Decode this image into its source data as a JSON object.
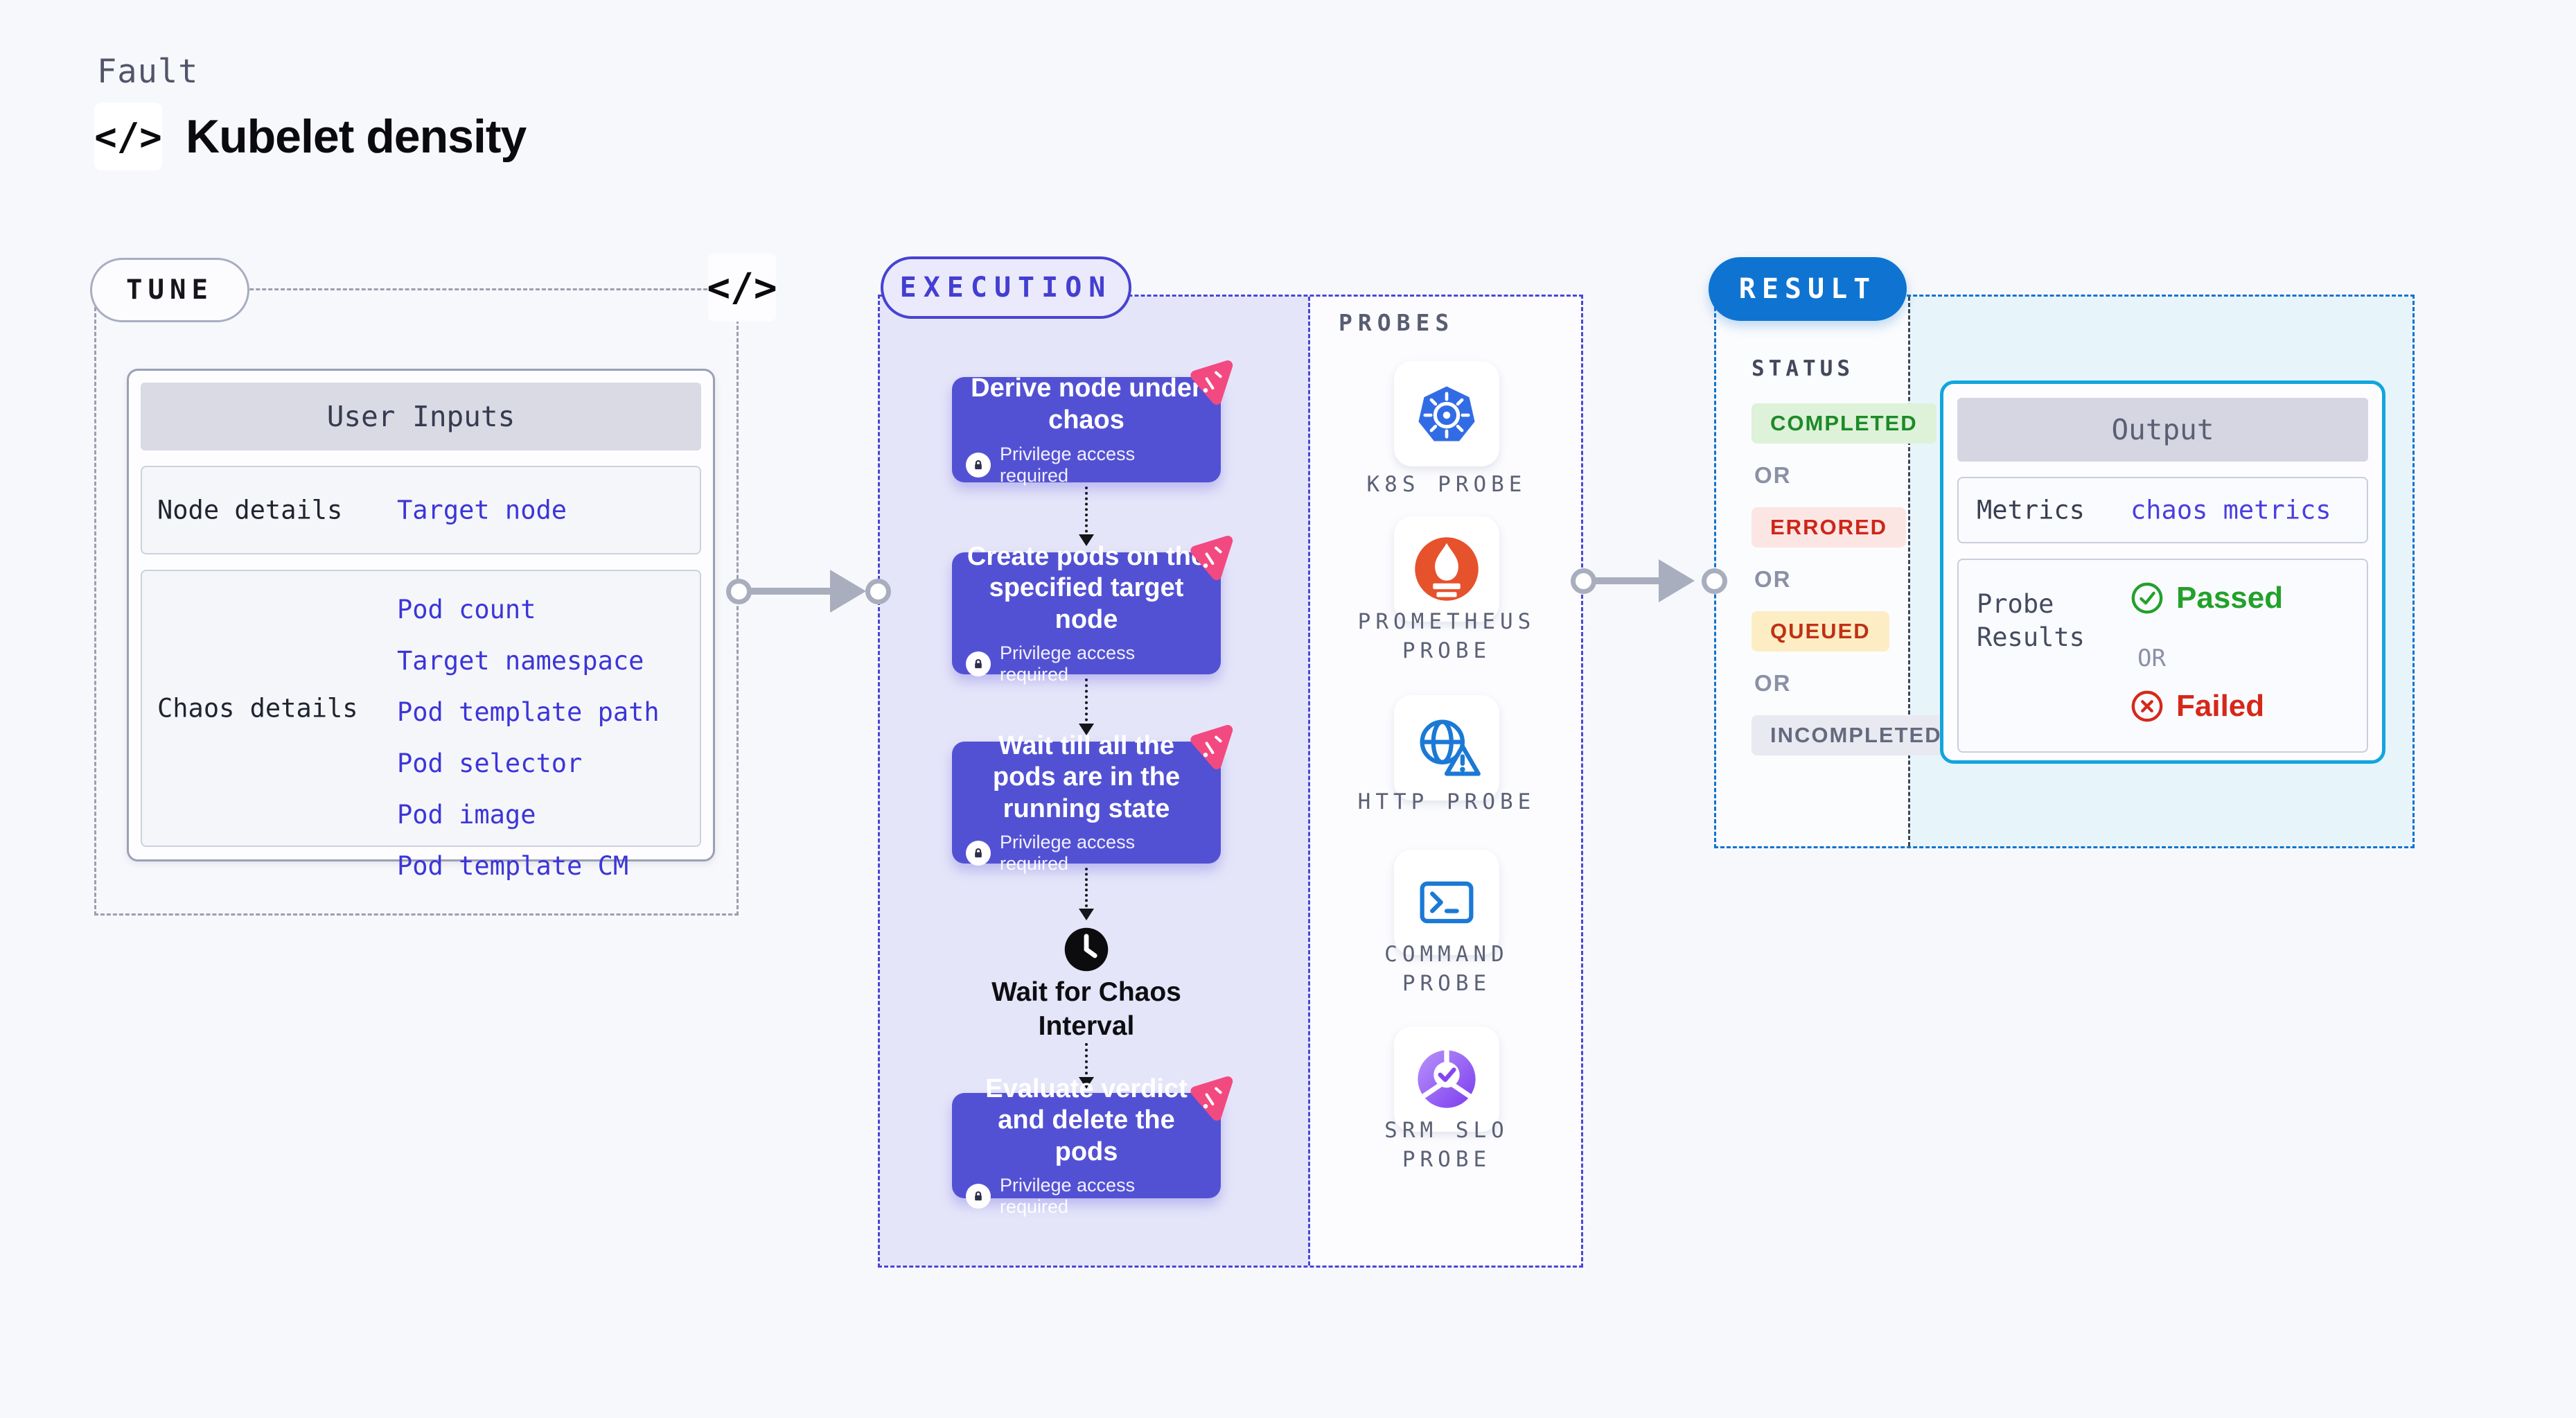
{
  "header": {
    "eyebrow": "Fault",
    "code_icon": "</>",
    "title": "Kubelet density"
  },
  "tune": {
    "label": "TUNE",
    "code_icon": "</>",
    "user_inputs": {
      "title": "User Inputs",
      "rows": [
        {
          "label": "Node details",
          "values": [
            "Target node"
          ]
        },
        {
          "label": "Chaos details",
          "values": [
            "Pod count",
            "Target namespace",
            "Pod template path",
            "Pod selector",
            "Pod image",
            "Pod template CM"
          ]
        }
      ]
    }
  },
  "execution": {
    "label": "EXECUTION",
    "steps": [
      {
        "title": "Derive node under chaos",
        "badge": "Privilege access required"
      },
      {
        "title": "Create pods on the specified target node",
        "badge": "Privilege access required"
      },
      {
        "title": "Wait till all the pods are in the running state",
        "badge": "Privilege access required"
      },
      {
        "title": "Evaluate verdict and delete the pods",
        "badge": "Privilege access required"
      }
    ],
    "wait_label": "Wait for Chaos Interval",
    "probes": {
      "label": "PROBES",
      "items": [
        {
          "name": "K8S PROBE",
          "icon": "kubernetes-icon"
        },
        {
          "name": "PROMETHEUS PROBE",
          "icon": "prometheus-icon"
        },
        {
          "name": "HTTP PROBE",
          "icon": "globe-warning-icon"
        },
        {
          "name": "COMMAND PROBE",
          "icon": "terminal-icon"
        },
        {
          "name": "SRM SLO PROBE",
          "icon": "slo-gauge-icon"
        }
      ]
    }
  },
  "result": {
    "label": "RESULT",
    "status": {
      "label": "STATUS",
      "items": [
        {
          "text": "COMPLETED",
          "type": "completed"
        },
        {
          "text": "OR",
          "type": "or"
        },
        {
          "text": "ERRORED",
          "type": "errored"
        },
        {
          "text": "OR",
          "type": "or"
        },
        {
          "text": "QUEUED",
          "type": "queued"
        },
        {
          "text": "OR",
          "type": "or"
        },
        {
          "text": "INCOMPLETED",
          "type": "incompleted"
        }
      ]
    },
    "output": {
      "title": "Output",
      "metrics_label": "Metrics",
      "metrics_value": "chaos metrics",
      "probe_results_label": "Probe Results",
      "passed_label": "Passed",
      "or_label": "OR",
      "failed_label": "Failed"
    }
  },
  "colors": {
    "accent_indigo": "#5351d3",
    "accent_blue": "#0f74d1",
    "accent_cyan": "#12a5de",
    "link_blue": "#3c35d8",
    "passed_green": "#22a12b",
    "failed_red": "#d6281a",
    "pin_pink": "#f24a80"
  }
}
